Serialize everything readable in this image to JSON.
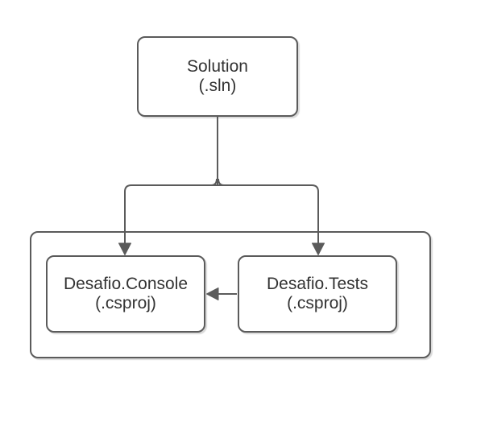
{
  "diagram": {
    "type": "project-structure-diagram",
    "background_color": "#ffffff",
    "stroke_color": "#5b5b5b",
    "text_color": "#333333",
    "nodes": {
      "solution": {
        "title": "Solution",
        "subtitle": "(.sln)"
      },
      "console": {
        "title": "Desafio.Console",
        "subtitle": "(.csproj)"
      },
      "tests": {
        "title": "Desafio.Tests",
        "subtitle": "(.csproj)"
      }
    },
    "edges": [
      {
        "from": "solution",
        "to": "console",
        "style": "arrow-down"
      },
      {
        "from": "solution",
        "to": "tests",
        "style": "arrow-down"
      },
      {
        "from": "tests",
        "to": "console",
        "style": "arrow-left"
      }
    ]
  }
}
